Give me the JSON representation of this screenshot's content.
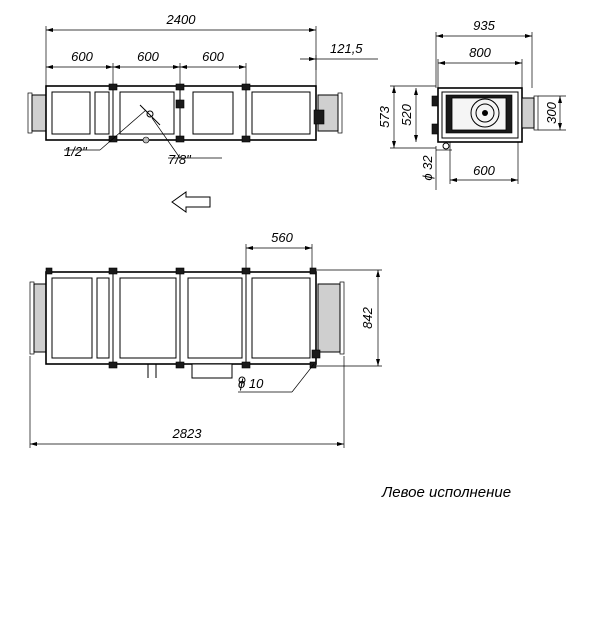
{
  "top_view": {
    "dim_total": "2400",
    "dim_section_1": "600",
    "dim_section_2": "600",
    "dim_section_3": "600",
    "dim_offset": "121,5",
    "pipe_label_1": "1/2\"",
    "pipe_label_2": "7/8\""
  },
  "end_view": {
    "dim_width_total": "935",
    "dim_width_body": "800",
    "dim_height_total": "573",
    "dim_height_body": "520",
    "dim_duct": "300",
    "dim_diameter": "ϕ 32",
    "dim_base": "600"
  },
  "front_view": {
    "dim_section": "560",
    "dim_height": "842",
    "dim_diameter": "ϕ 10",
    "dim_length": "2823"
  },
  "caption": "Левое исполнение"
}
